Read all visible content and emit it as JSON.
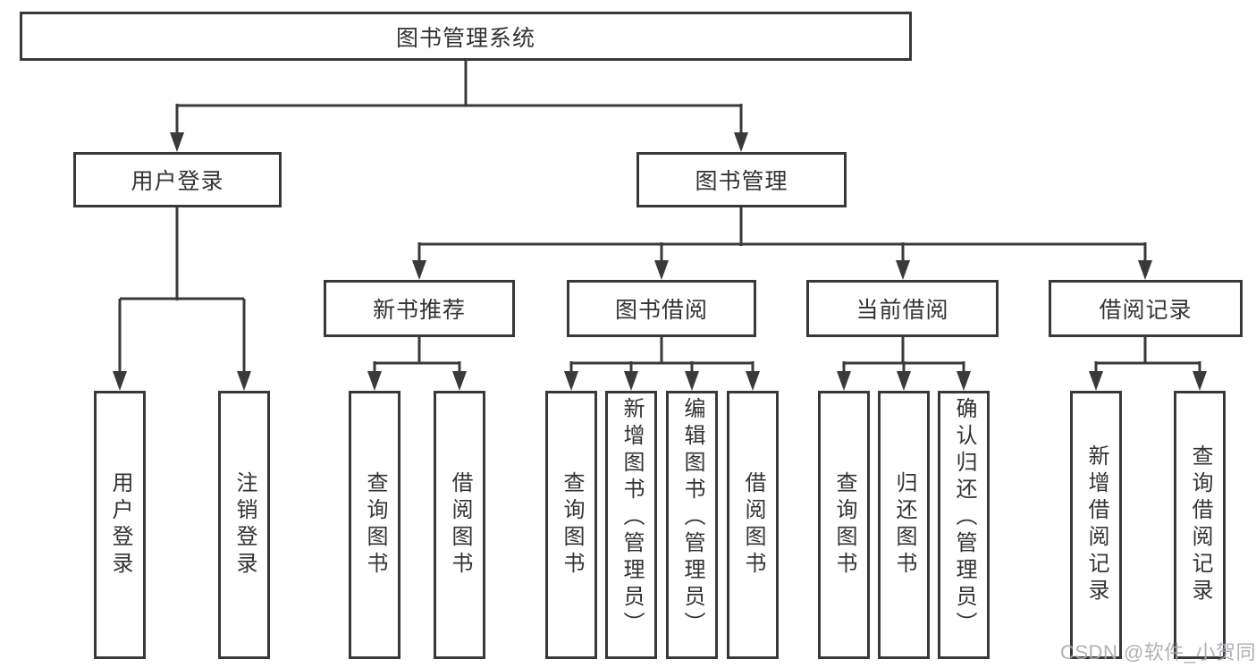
{
  "diagram_title": "图书管理系统",
  "nodes": {
    "root": "图书管理系统",
    "user_login": "用户登录",
    "book_management": "图书管理",
    "new_book_recommend": "新书推荐",
    "book_borrowing": "图书借阅",
    "current_borrowing": "当前借阅",
    "borrowing_records": "借阅记录",
    "leaf_user_login": "用户登录",
    "leaf_logout": "注销登录",
    "nb_query_books": "查询图书",
    "nb_borrow_books": "借阅图书",
    "bb_query_books": "查询图书",
    "bb_add_books": "新增图书（管理员）",
    "bb_edit_books": "编辑图书（管理员）",
    "bb_borrow_books": "借阅图书",
    "cb_query_books": "查询图书",
    "cb_return_books": "归还图书",
    "cb_confirm_return": "确认归还（管理员）",
    "br_add_record": "新增借阅记录",
    "br_query_record": "查询借阅记录"
  },
  "watermark": "CSDN @软件_小贺同学",
  "colors": {
    "line": "#3a3a3a",
    "text": "#333333",
    "background": "#ffffff",
    "watermark": "#a8abb0"
  }
}
